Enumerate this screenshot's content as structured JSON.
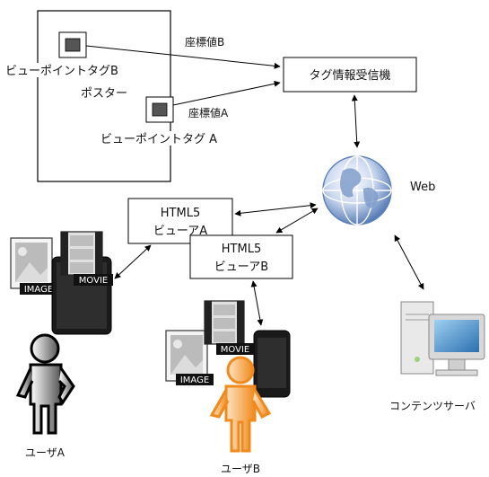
{
  "poster": {
    "label": "ポスター",
    "tag_b_label": "ビューポイントタグB",
    "tag_a_label": "ビューポイントタグ A"
  },
  "signals": {
    "coord_b": "座標値B",
    "coord_a": "座標値A"
  },
  "receiver": {
    "label": "タグ情報受信機"
  },
  "web": {
    "label": "Web"
  },
  "viewer_a": {
    "line1": "HTML5",
    "line2": "ビューアA"
  },
  "viewer_b": {
    "line1": "HTML5",
    "line2": "ビューアB"
  },
  "media": {
    "image_badge": "IMAGE",
    "movie_badge": "MOVIE"
  },
  "users": {
    "user_a": "ユーザA",
    "user_b": "ユーザB"
  },
  "server": {
    "label": "コンテンツサーバ"
  },
  "colors": {
    "user_a": "#444444",
    "user_b": "#f08a1c",
    "globe": "#5a7fb8"
  }
}
